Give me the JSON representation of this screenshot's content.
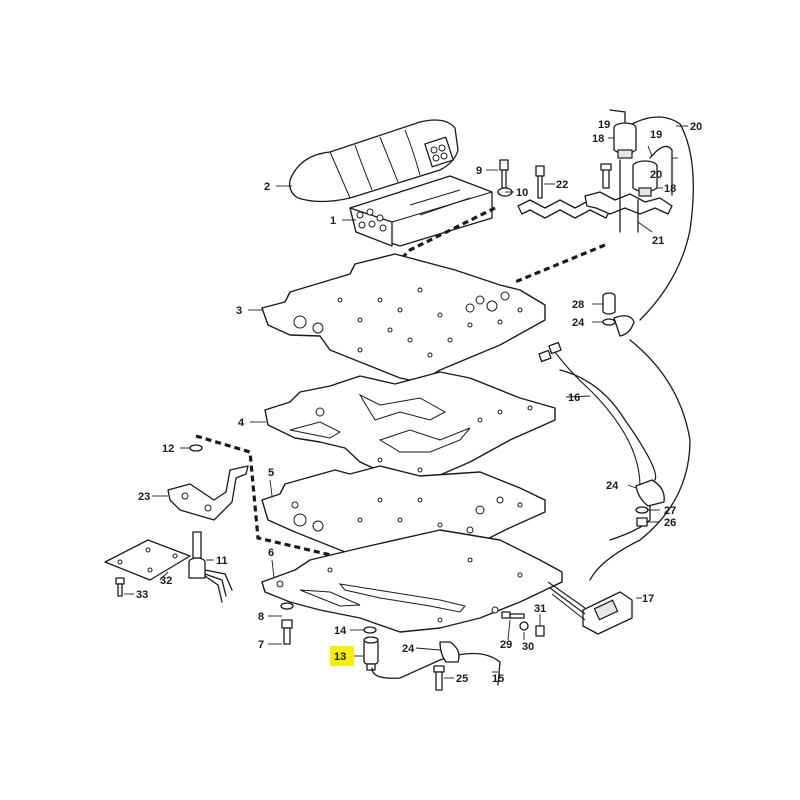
{
  "callouts": {
    "c1": "1",
    "c2": "2",
    "c3": "3",
    "c4": "4",
    "c5": "5",
    "c6": "6",
    "c7": "7",
    "c8": "8",
    "c9": "9",
    "c10": "10",
    "c11": "11",
    "c12": "12",
    "c13": "13",
    "c14": "14",
    "c15": "15",
    "c16": "16",
    "c17": "17",
    "c18a": "18",
    "c18b": "18",
    "c19a": "19",
    "c19b": "19",
    "c20a": "20",
    "c20b": "20",
    "c21": "21",
    "c22": "22",
    "c23": "23",
    "c24a": "24",
    "c24b": "24",
    "c24c": "24",
    "c25": "25",
    "c26": "26",
    "c27": "27",
    "c28": "28",
    "c29": "29",
    "c30": "30",
    "c31": "31",
    "c32": "32",
    "c33": "33"
  },
  "highlight": {
    "part": "13",
    "color": "#f5f000"
  }
}
